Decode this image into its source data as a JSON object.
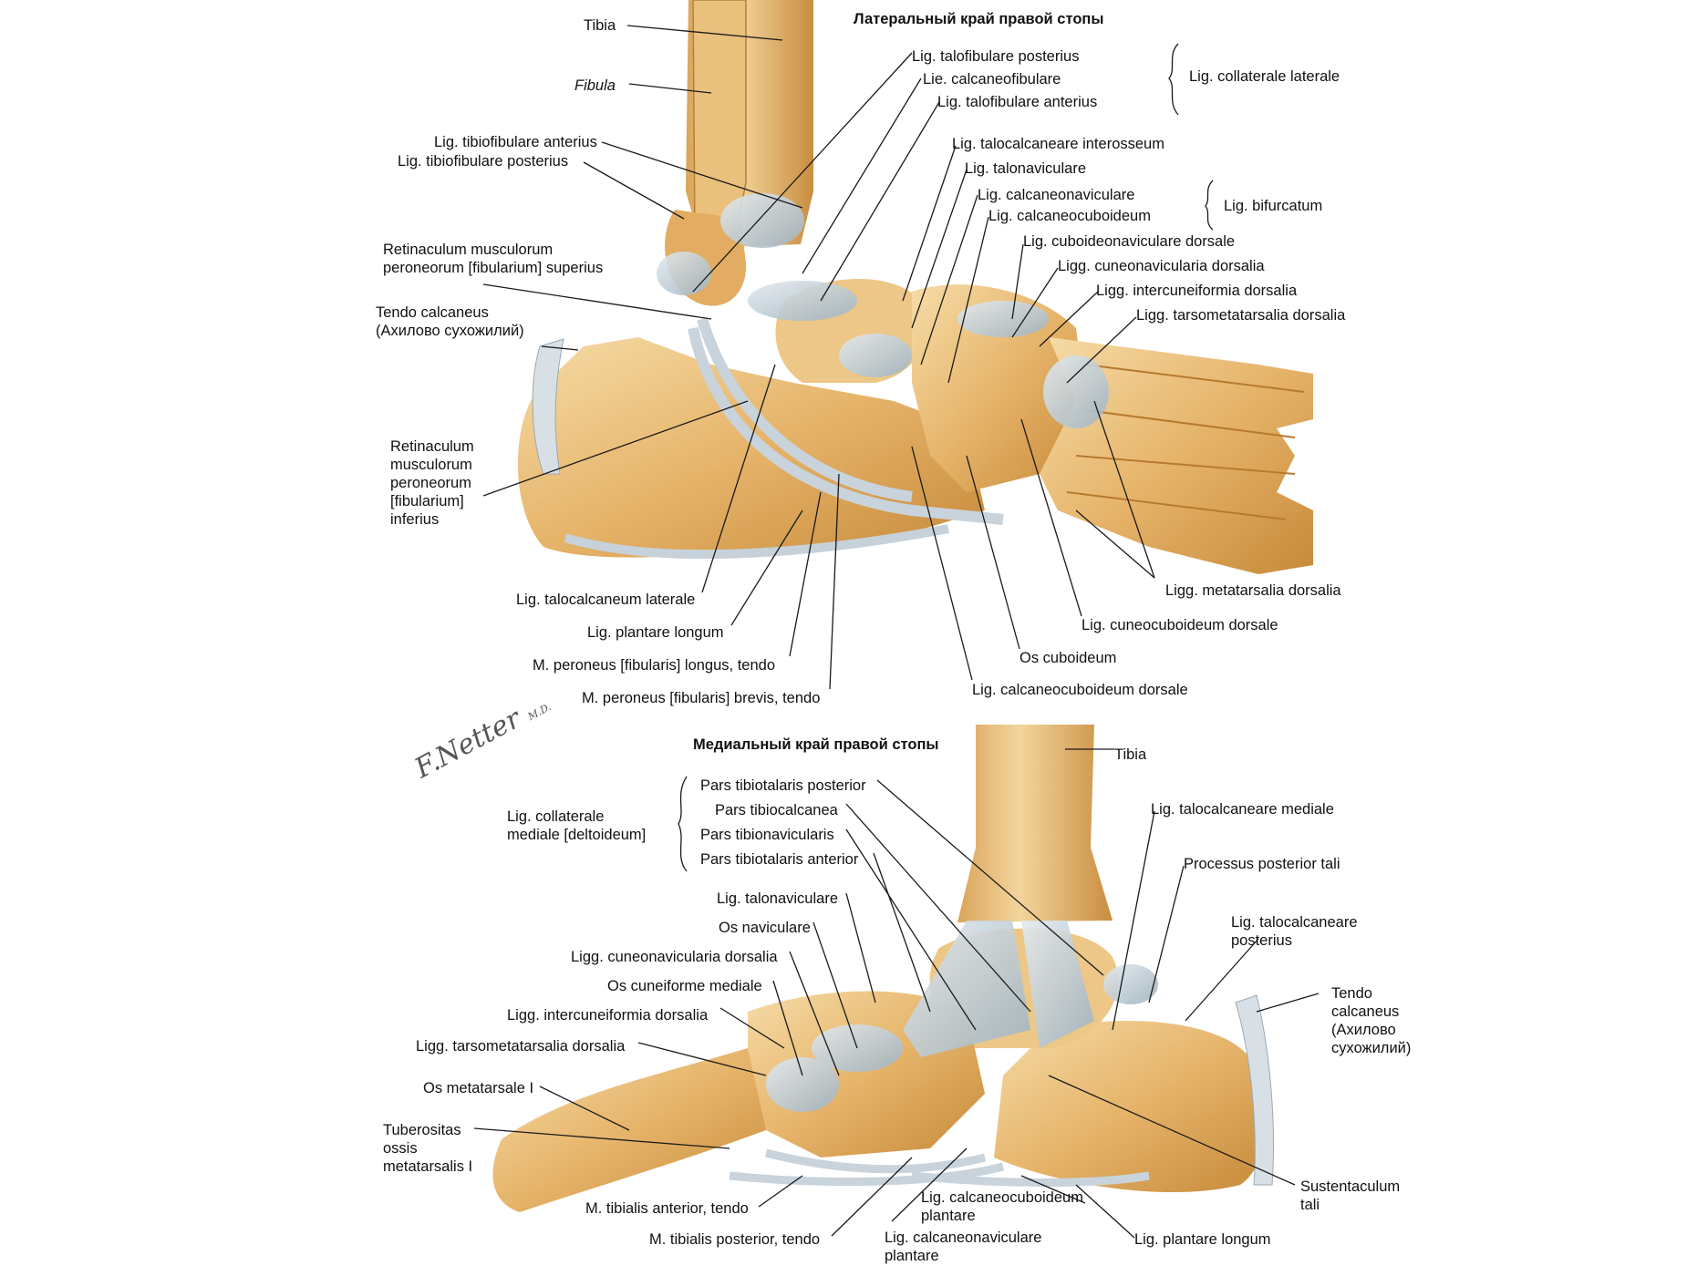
{
  "top_view": {
    "title": "Латеральный край правой стопы",
    "labels": {
      "tibia": "Tibia",
      "fibula": "Fibula",
      "talofibulare_posterius": "Lig. talofibulare posterius",
      "calcaneofibulare": "Lie. calcaneofibulare",
      "talofibulare_anterius": "Lig. talofibulare anterius",
      "collaterale_laterale": "Lig. collaterale laterale",
      "tibiofibulare_anterius": "Lig. tibiofibulare anterius",
      "tibiofibulare_posterius": "Lig. tibiofibulare posterius",
      "talocalcaneare_interosseum": "Lig. talocalcaneare interosseum",
      "talonaviculare": "Lig. talonaviculare",
      "calcaneonaviculare": "Lig. calcaneonaviculare",
      "calcaneocuboideum": "Lig. calcaneocuboideum",
      "bifurcatum": "Lig. bifurcatum",
      "cuboideonaviculare_dorsale": "Lig. cuboideonaviculare dorsale",
      "cuneonavicularia_dorsalia": "Ligg. cuneonavicularia dorsalia",
      "intercuneiformia_dorsalia": "Ligg. intercuneiformia dorsalia",
      "tarsometatarsalia_dorsalia": "Ligg. tarsometatarsalia dorsalia",
      "retinaculum_superius": [
        "Retinaculum musculorum",
        "peroneorum [fibularium] superius"
      ],
      "tendo_calcaneus": [
        "Tendo calcaneus",
        "(Ахилово сухожилий)"
      ],
      "retinaculum_inferius": [
        "Retinaculum",
        "musculorum",
        "peroneorum",
        "[fibularium]",
        "inferius"
      ],
      "talocalcaneum_laterale": "Lig. talocalcaneum laterale",
      "plantare_longum": "Lig. plantare longum",
      "peroneus_longus": "M. peroneus [fibularis] longus, tendo",
      "peroneus_brevis": "M. peroneus [fibularis] brevis, tendo",
      "calcaneocuboideum_dorsale": "Lig. calcaneocuboideum dorsale",
      "os_cuboideum": "Os cuboideum",
      "cuneocuboideum_dorsale": "Lig. cuneocuboideum dorsale",
      "metatarsalia_dorsalia": "Ligg. metatarsalia dorsalia"
    }
  },
  "bottom_view": {
    "title": "Медиальный край правой стопы",
    "labels": {
      "tibia": "Tibia",
      "talocalcaneare_mediale": "Lig. talocalcaneare mediale",
      "processus_posterior_tali": "Processus posterior tali",
      "talocalcaneare_posterius": [
        "Lig. talocalcaneare",
        "posterius"
      ],
      "tendo_calcaneus": [
        "Tendo",
        "calcaneus",
        "(Ахилово",
        "сухожилий)"
      ],
      "sustentaculum_tali": [
        "Sustentaculum",
        "tali"
      ],
      "collaterale_mediale": [
        "Lig. collaterale",
        "mediale [deltoideum]"
      ],
      "tibiotalaris_posterior": "Pars tibiotalaris posterior",
      "tibiocalcanea": "Pars tibiocalcanea",
      "tibionavicularis": "Pars tibionavicularis",
      "tibiotalaris_anterior": "Pars tibiotalaris anterior",
      "talonaviculare": "Lig. talonaviculare",
      "os_naviculare": "Os naviculare",
      "cuneonavicularia_dorsalia": "Ligg. cuneonavicularia dorsalia",
      "os_cuneiforme_mediale": "Os cuneiforme mediale",
      "intercuneiformia_dorsalia": "Ligg. intercuneiformia dorsalia",
      "tarsometatarsalia_dorsalia": "Ligg. tarsometatarsalia dorsalia",
      "os_metatarsale": "Os metatarsale I",
      "tuberositas": [
        "Tuberositas",
        "ossis",
        "metatarsalis I"
      ],
      "tibialis_anterior": "M. tibialis anterior, tendo",
      "tibialis_posterior": "M. tibialis posterior, tendo",
      "calcaneocuboideum_plantare": [
        "Lig. calcaneocuboideum",
        "plantare"
      ],
      "calcaneonaviculare_plantare": [
        "Lig. calcaneonaviculare",
        "plantare"
      ],
      "plantare_longum": "Lig. plantare longum"
    }
  },
  "signature": "F. Netter M.D."
}
